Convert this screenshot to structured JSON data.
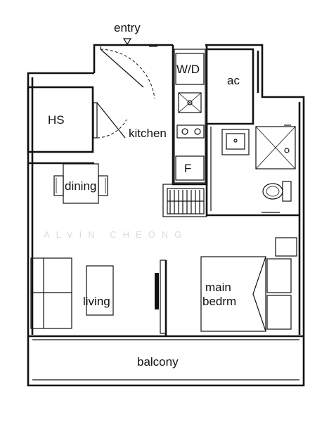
{
  "plan": {
    "entry_label": "entry",
    "watermark": "ALVIN CHEONG",
    "rooms": {
      "hs": "HS",
      "dining": "dining",
      "kitchen": "kitchen",
      "wd": "W/D",
      "fridge": "F",
      "ac": "ac",
      "living": "living",
      "bedroom_line1": "main",
      "bedroom_line2": "bedrm",
      "balcony": "balcony"
    }
  }
}
